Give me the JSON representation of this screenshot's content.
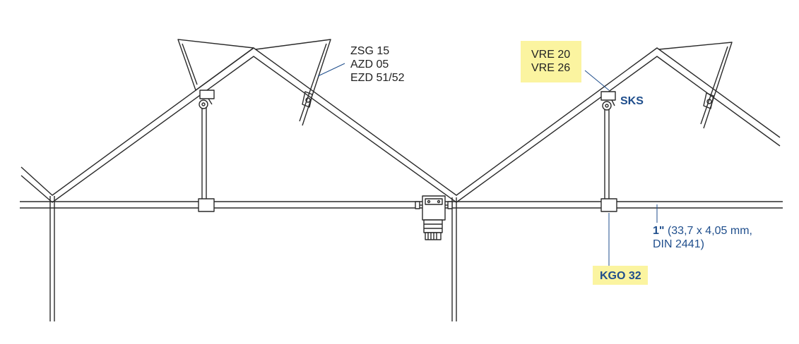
{
  "colors": {
    "frame": "#2a2a2a",
    "leader": "#1f4e8c",
    "highlight": "#fbf4a0",
    "label_blue": "#1f4e8c",
    "label_dark": "#222222"
  },
  "labels": {
    "zsg": "ZSG 15",
    "azd": "AZD 05",
    "ezd": "EZD 51/52",
    "vre20": "VRE 20",
    "vre26": "VRE 26",
    "sks": "SKS",
    "pipe_size": "1\"",
    "pipe_spec_1": "(33,7 x 4,05 mm,",
    "pipe_spec_2": "DIN  2441)",
    "kgo": "KGO 32"
  }
}
